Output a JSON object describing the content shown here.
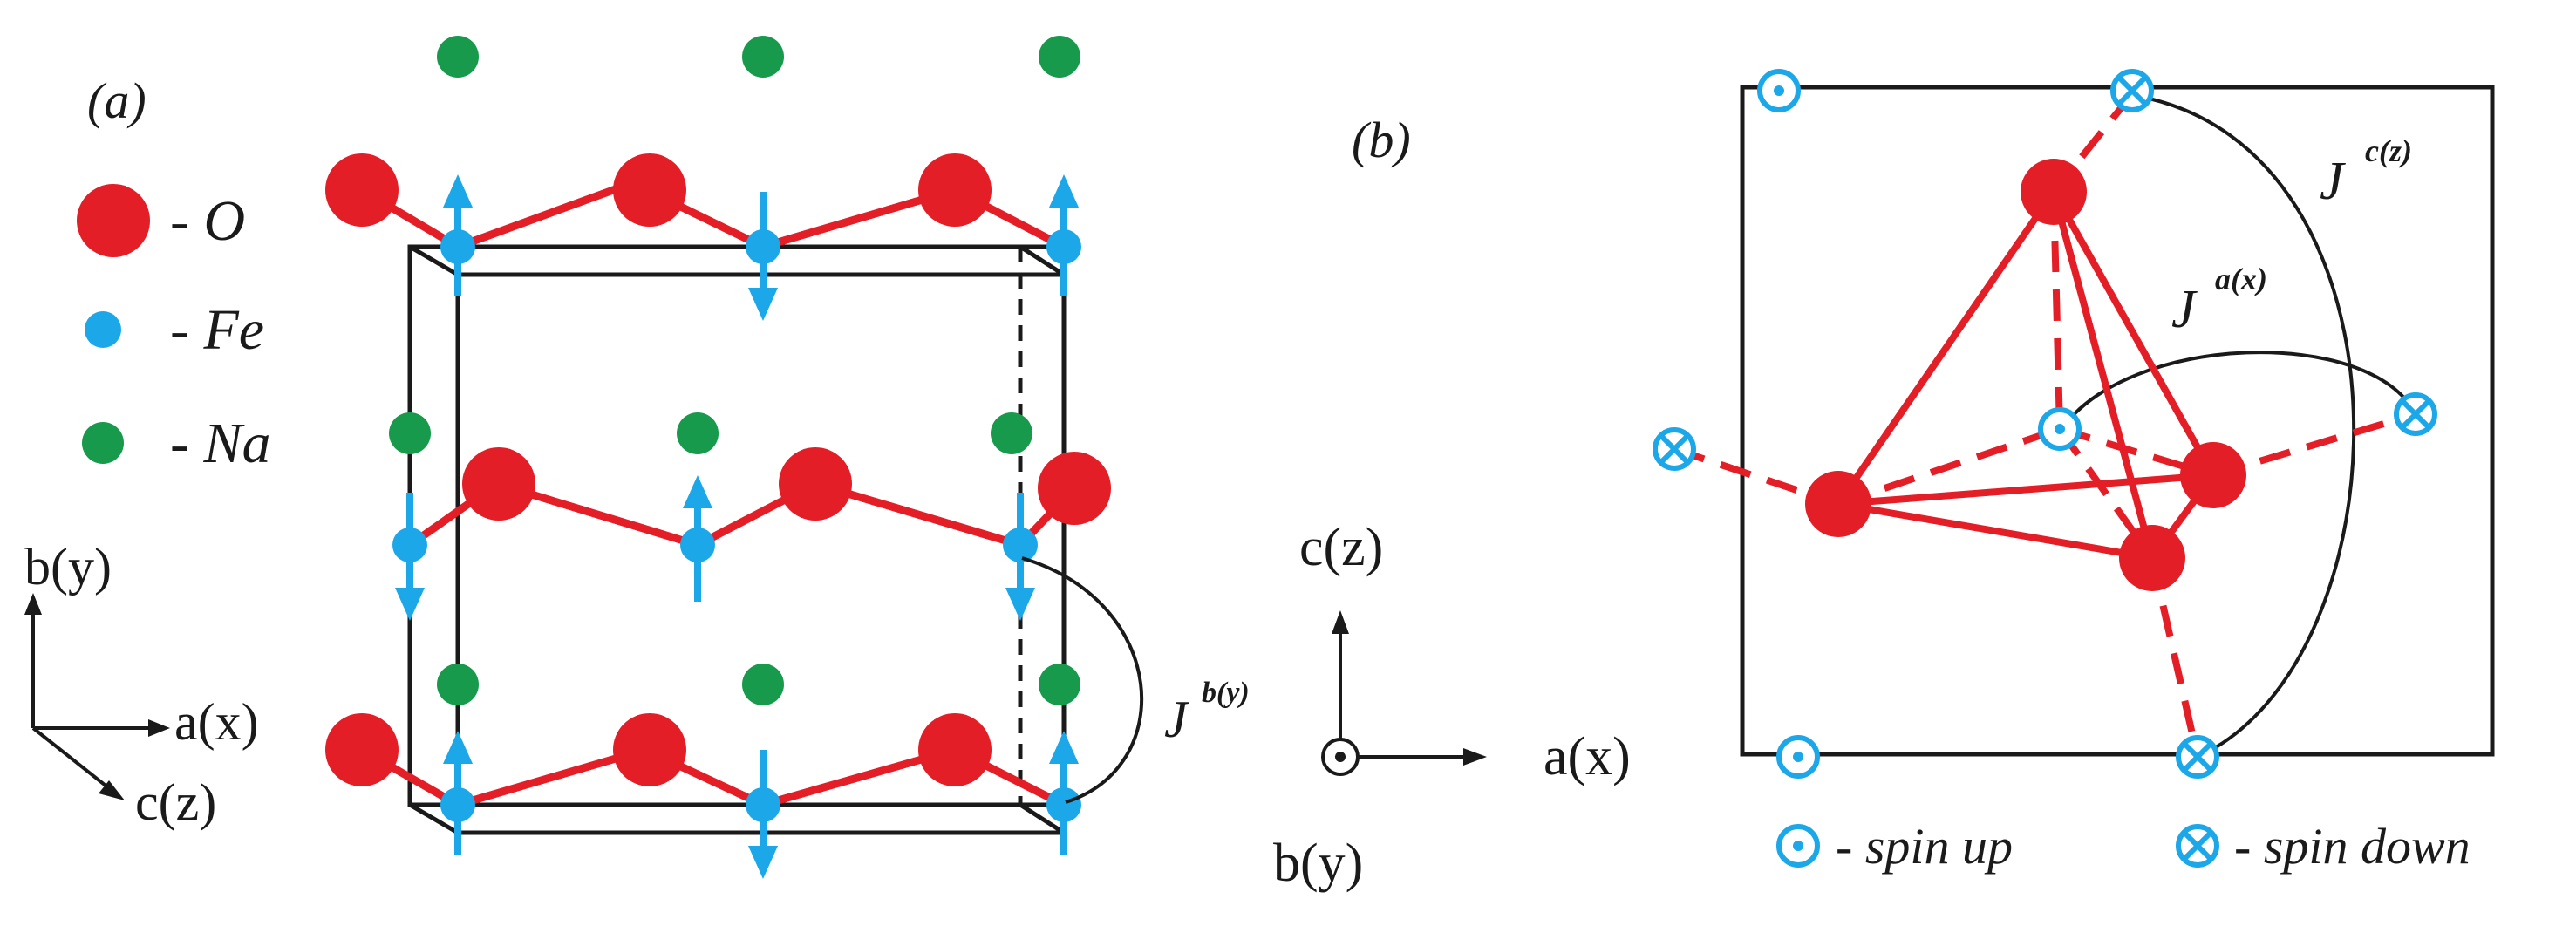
{
  "panel_a": {
    "label": "(a)",
    "legend": {
      "o": "- O",
      "fe": "- Fe",
      "na": "- Na"
    },
    "axes": {
      "b": "b(y)",
      "a": "a(x)",
      "c": "c(z)"
    },
    "exchange_label": "J",
    "exchange_sup": "b(y)"
  },
  "panel_b": {
    "label": "(b)",
    "axes": {
      "c": "c(z)",
      "a": "a(x)",
      "b": "b(y)"
    },
    "exchange_c_label": "J",
    "exchange_c_sup": "c(z)",
    "exchange_a_label": "J",
    "exchange_a_sup": "a(x)",
    "legend": {
      "spin_up": "- spin up",
      "spin_down": "- spin down"
    }
  },
  "colors": {
    "oxygen": "#e41e26",
    "iron": "#1ba7e8",
    "sodium": "#179a4c",
    "line": "#1a1a1a"
  }
}
